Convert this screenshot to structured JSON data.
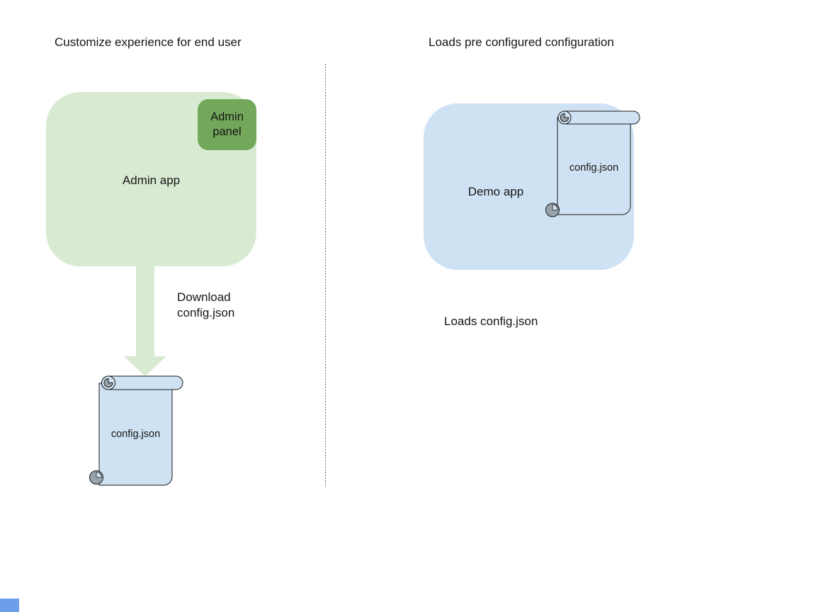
{
  "colors": {
    "canvas-bg": "#ffffff",
    "green-box": "#d9ead3",
    "green-panel": "#73a85a",
    "blue-box": "#cfe2f3",
    "scroll-fill": "#cfe2f3",
    "scroll-curl": "#99a3ab",
    "arrow": "#d9ead3",
    "outline": "#1a1a1a",
    "text": "#161616",
    "divider": "#5f6368",
    "corner-square": "#6d9eeb"
  },
  "left": {
    "title": "Customize experience for end user",
    "admin_app": {
      "label": "Admin app"
    },
    "admin_panel": {
      "label": "Admin panel"
    },
    "download_caption": "Download\nconfig.json",
    "config_scroll": {
      "label": "config.json"
    }
  },
  "right": {
    "title": "Loads pre configured configuration",
    "demo_app": {
      "label": "Demo app"
    },
    "config_scroll": {
      "label": "config.json"
    },
    "caption": "Loads config.json"
  }
}
